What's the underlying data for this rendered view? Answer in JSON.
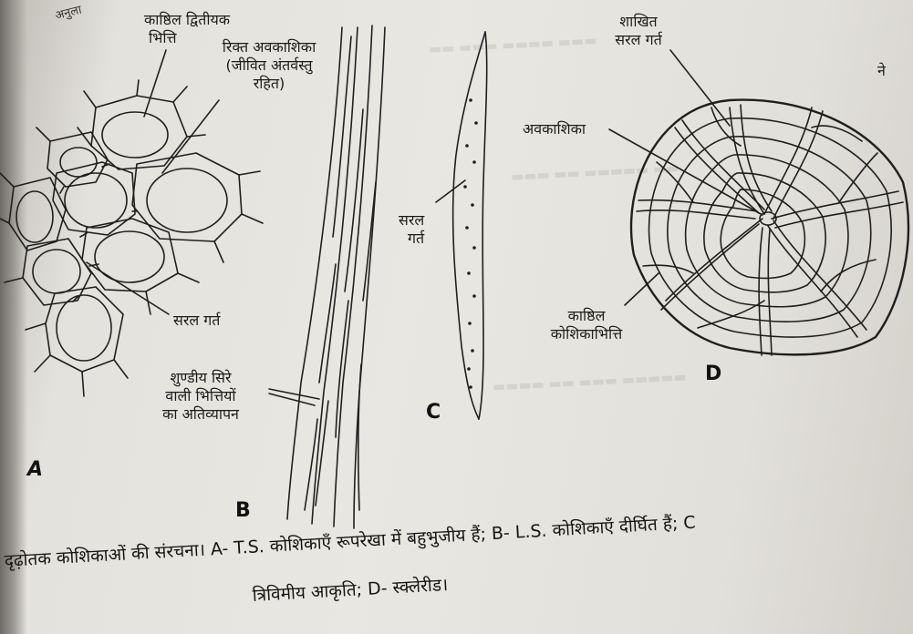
{
  "labels": {
    "secondary_wall": [
      "काष्ठिल द्वितीयक",
      "भित्ति"
    ],
    "empty_lumen": [
      "रिक्त अवकाशिका",
      "(जीवित अंतर्वस्तु",
      "रहित)"
    ],
    "simple_pit_a": "सरल गर्त",
    "tapering_walls": [
      "शुण्डीय सिरे",
      "वाली भित्तियों",
      "का अतिव्यापन"
    ],
    "simple_pit_c": [
      "सरल",
      "गर्त"
    ],
    "branched_pit": [
      "शाखित",
      "सरल गर्त"
    ],
    "lumen": "अवकाशिका",
    "lignified_wall": [
      "काष्ठिल",
      "कोशिकाभित्ति"
    ]
  },
  "figure_letters": {
    "a": "A",
    "b": "B",
    "c": "C",
    "d": "D"
  },
  "caption": {
    "line1": "दृढ़ोतक कोशिकाओं की संरचना। A- T.S. कोशिकाएँ रूपरेखा में बहुभुजीय हैं; B- L.S. कोशिकाएँ दीर्घित हैं; C",
    "line2": "त्रिविमीय आकृति; D- स्क्लेरीड।"
  },
  "corner_fragment": "अनुला",
  "right_margin_char": "ने",
  "colors": {
    "ink": "#1a1a1a",
    "paper": "#e6e4df"
  }
}
